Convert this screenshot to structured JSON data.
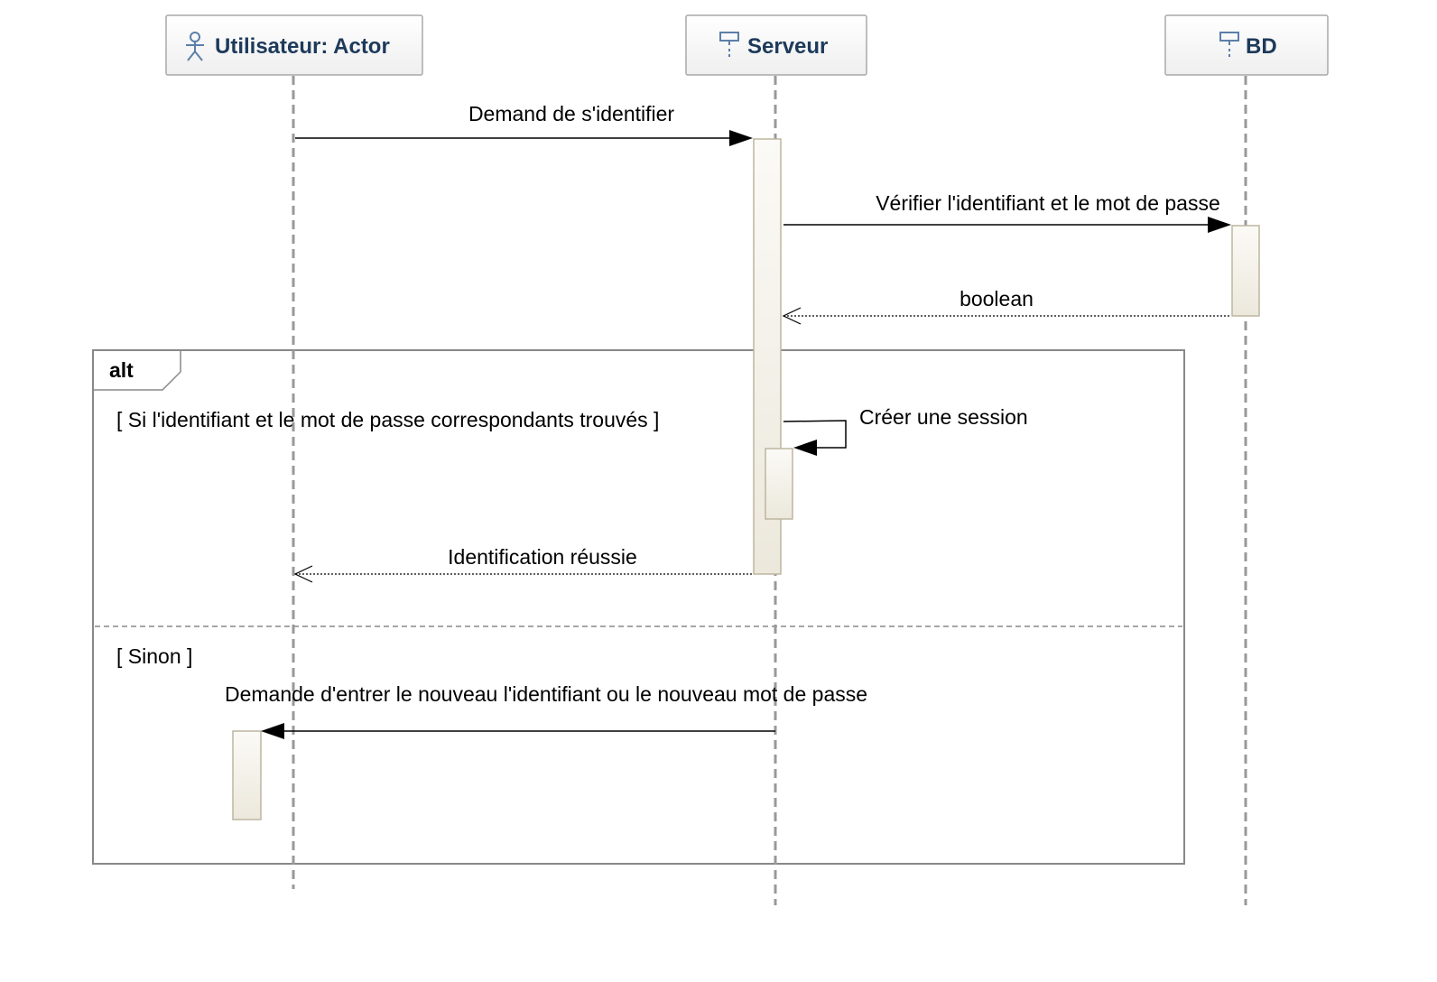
{
  "participants": [
    {
      "label": "Utilisateur: Actor",
      "icon": "actor-icon"
    },
    {
      "label": "Serveur",
      "icon": "lifeline-icon"
    },
    {
      "label": "BD",
      "icon": "lifeline-icon"
    }
  ],
  "messages": [
    {
      "label": "Demand de s'identifier",
      "kind": "sync"
    },
    {
      "label": "Vérifier l'identifiant et le mot de passe",
      "kind": "sync"
    },
    {
      "label": "boolean",
      "kind": "reply"
    },
    {
      "label": "Créer une session",
      "kind": "self"
    },
    {
      "label": "Identification réussie",
      "kind": "reply"
    },
    {
      "label": "Demande d'entrer le nouveau l'identifiant ou le nouveau mot de passe",
      "kind": "sync"
    }
  ],
  "fragment": {
    "operator": "alt",
    "guards": [
      "[ Si l'identifiant et le mot de passe correspondants trouvés ]",
      "[ Sinon ]"
    ]
  },
  "colors": {
    "header_text": "#1d3a5a",
    "header_border": "#a9a9a9",
    "lifeline": "#999999",
    "activation_border": "#bdb5a0",
    "activation_fill_top": "#fbfaf6",
    "activation_fill_bottom": "#ece8dc",
    "fragment_border": "#888888",
    "icon": "#5b7fa8"
  }
}
